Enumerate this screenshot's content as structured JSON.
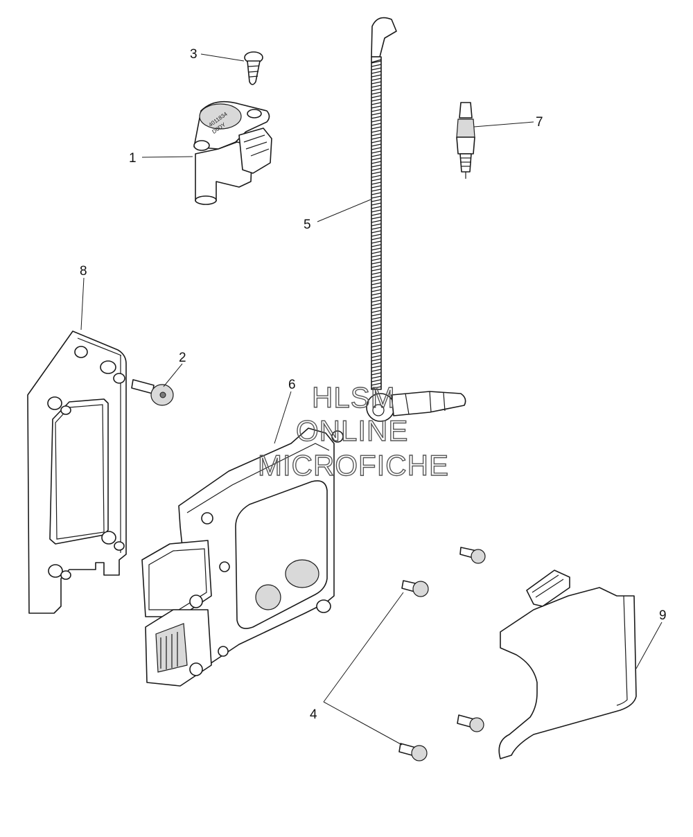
{
  "callouts": [
    {
      "id": "1",
      "label": "1"
    },
    {
      "id": "2",
      "label": "2"
    },
    {
      "id": "3",
      "label": "3"
    },
    {
      "id": "4",
      "label": "4"
    },
    {
      "id": "5",
      "label": "5"
    },
    {
      "id": "6",
      "label": "6"
    },
    {
      "id": "7",
      "label": "7"
    },
    {
      "id": "8",
      "label": "8"
    },
    {
      "id": "9",
      "label": "9"
    }
  ],
  "coil_marking": {
    "line1": "4011834",
    "line2": "D0DY"
  },
  "watermark": {
    "line1": "HLSM",
    "line2": "ONLINE",
    "line3": "MICROFICHE"
  },
  "colors": {
    "line": "#1a1a1a",
    "background": "#ffffff",
    "watermark": "#555555"
  }
}
